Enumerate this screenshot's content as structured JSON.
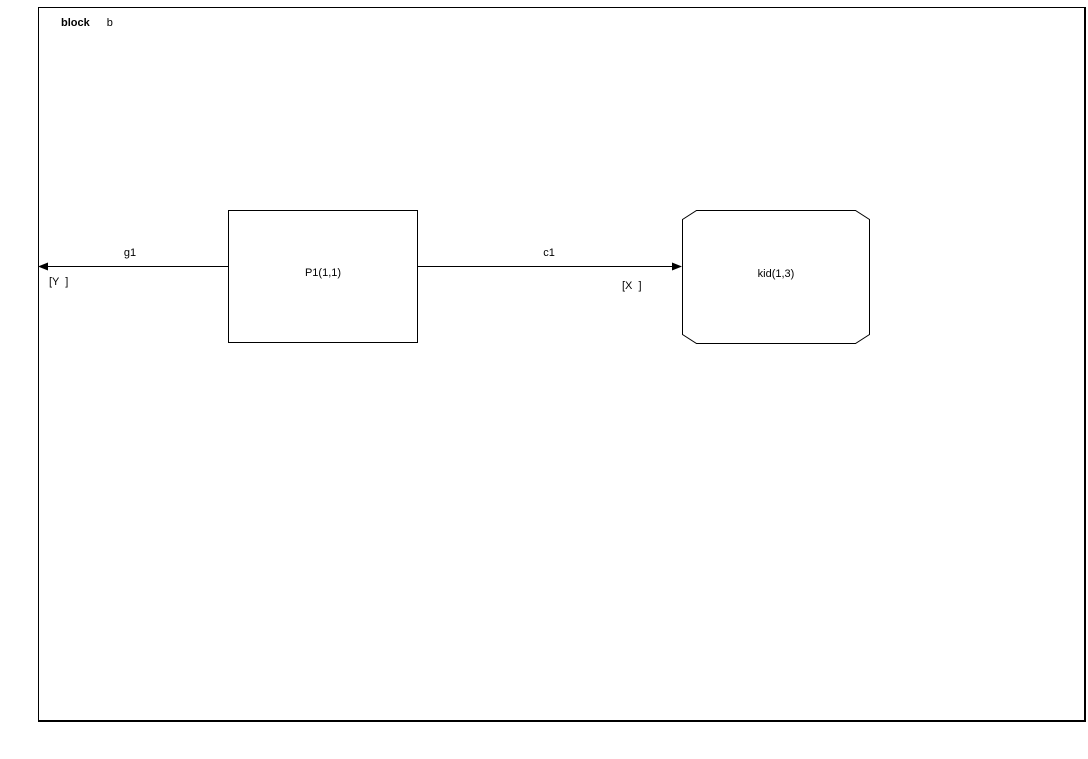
{
  "diagram": {
    "frame_label": {
      "keyword": "block",
      "name": "b"
    },
    "nodes": [
      {
        "id": "P1",
        "label": "P1(1,1)",
        "shape": "rectangle"
      },
      {
        "id": "kid",
        "label": "kid(1,3)",
        "shape": "cut-corner-rectangle"
      }
    ],
    "connectors": [
      {
        "id": "g1",
        "label": "g1",
        "port_label": "[Y  ]",
        "direction": "left",
        "from": "P1",
        "to": "frame-edge"
      },
      {
        "id": "c1",
        "label": "c1",
        "port_label": "[X  ]",
        "direction": "right",
        "from": "P1",
        "to": "kid"
      }
    ],
    "colors": {
      "line": "#000000",
      "background": "#ffffff"
    }
  }
}
